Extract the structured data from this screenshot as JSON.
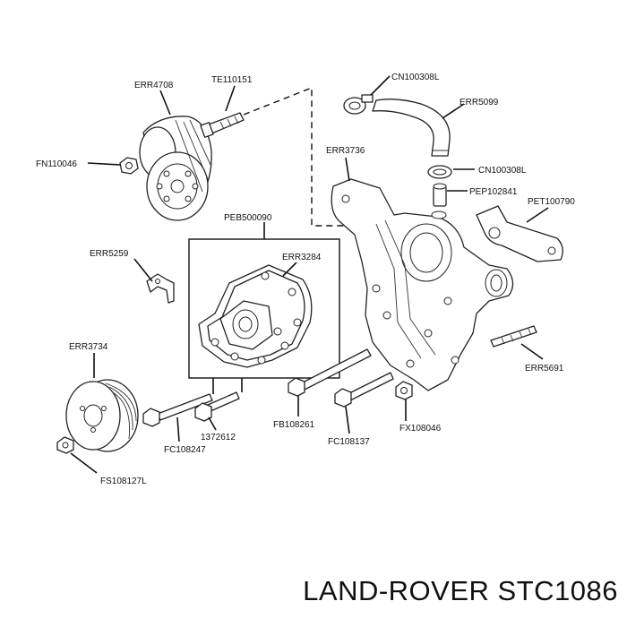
{
  "caption": "LAND-ROVER STC1086",
  "labels": {
    "err4708": "ERR4708",
    "te110151": "TE110151",
    "cn100308l_top": "CN100308L",
    "err5099": "ERR5099",
    "fn110046": "FN110046",
    "err3736": "ERR3736",
    "cn100308l_mid": "CN100308L",
    "pep102841": "PEP102841",
    "pet100790": "PET100790",
    "peb500090": "PEB500090",
    "err5259": "ERR5259",
    "err3284": "ERR3284",
    "err3734": "ERR3734",
    "err5691": "ERR5691",
    "fb108261": "FB108261",
    "fx108046": "FX108046",
    "n1372612": "1372612",
    "fc108247": "FC108247",
    "fc108137": "FC108137",
    "fs108127l": "FS108127L"
  }
}
